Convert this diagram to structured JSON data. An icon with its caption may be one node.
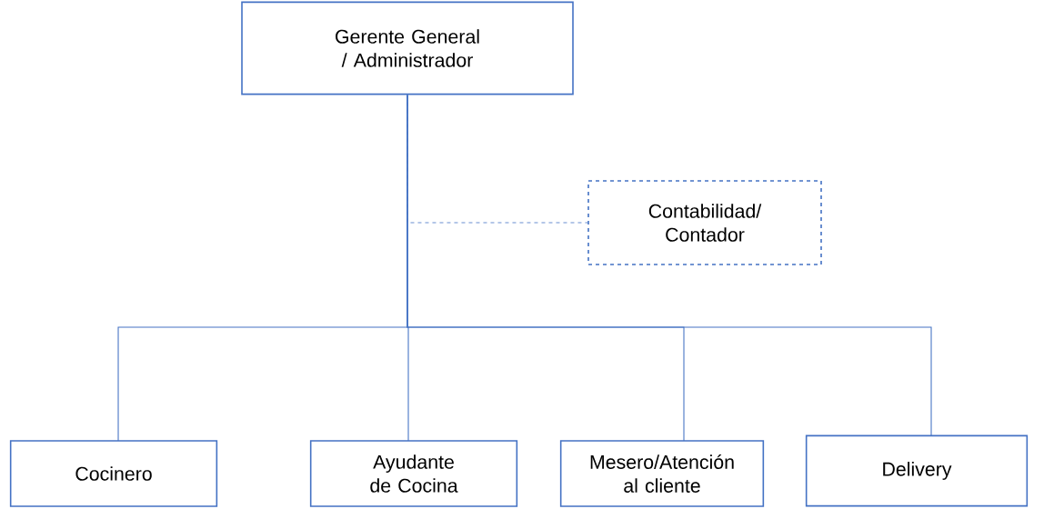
{
  "diagram": {
    "nodes": [
      {
        "text": [
          "Gerente General / Administrador"
        ]
      },
      {
        "text": [
          "Contabilidad/ Contador"
        ]
      },
      {
        "text": [
          "Cocinero"
        ]
      },
      {
        "text": [
          "Ayudante de Cocina"
        ]
      },
      {
        "text": [
          "Mesero/Atención al cliente"
        ]
      },
      {
        "text": [
          "Delivery"
        ]
      }
    ],
    "edges": [
      {
        "from": 0,
        "to": 1,
        "arrow": "none",
        "style": "dashed"
      },
      {
        "from": 0,
        "to": 2,
        "arrow": "none"
      },
      {
        "from": 0,
        "to": 3,
        "arrow": "none"
      },
      {
        "from": 0,
        "to": 4,
        "arrow": "none"
      },
      {
        "from": 0,
        "to": 5,
        "arrow": "none"
      }
    ]
  }
}
